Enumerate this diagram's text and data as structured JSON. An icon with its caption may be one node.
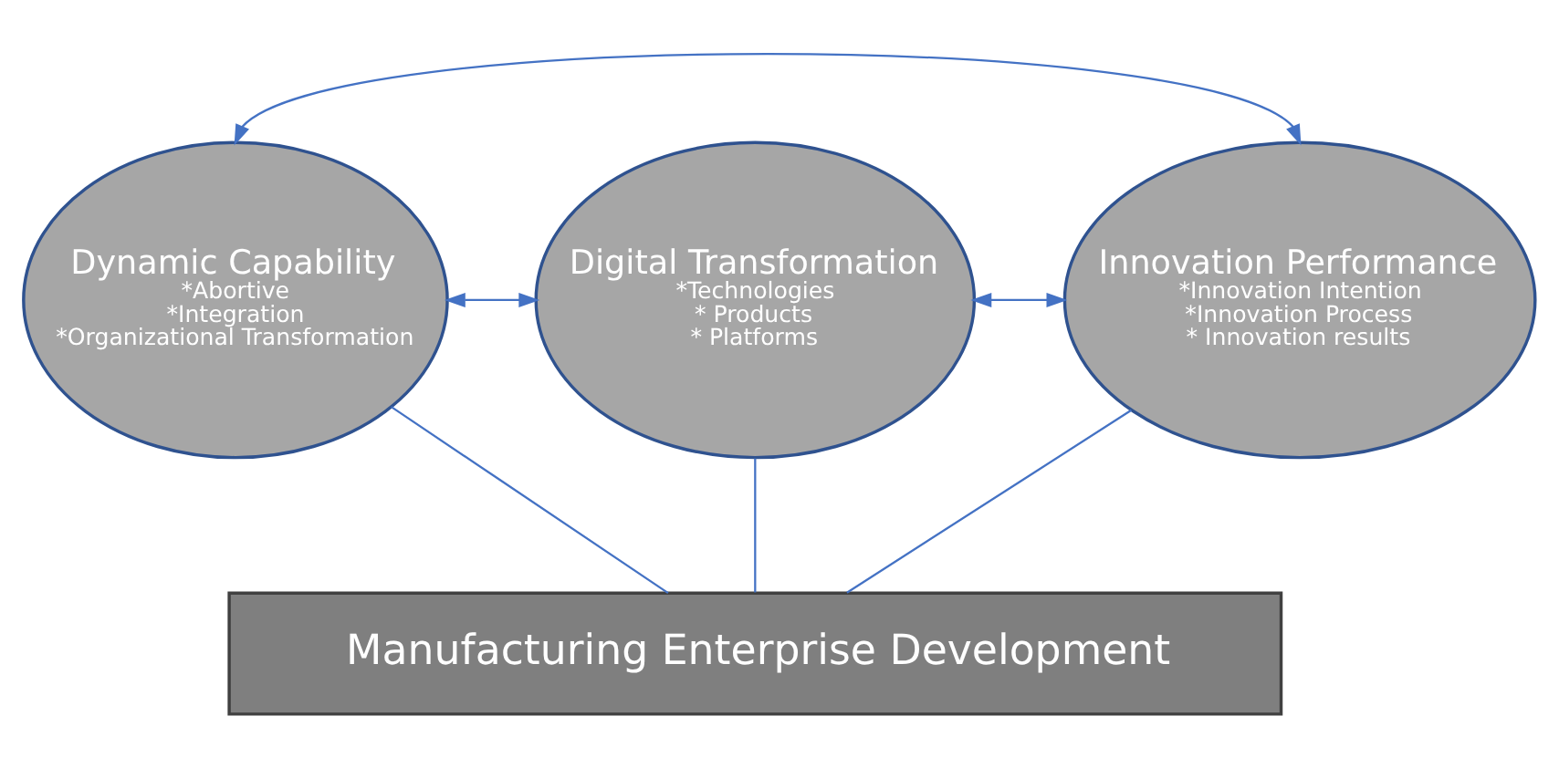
{
  "diagram": {
    "nodes": [
      {
        "text": [
          "Dynamic Capability",
          "*Abortive",
          "*Integration",
          "*Organizational Transformation"
        ]
      },
      {
        "text": [
          "Digital Transformation",
          "*Technologies",
          "* Products",
          "* Platforms"
        ]
      },
      {
        "text": [
          "Innovation Performance",
          "*Innovation Intention",
          "*Innovation Process",
          "* Innovation results"
        ]
      },
      {
        "text": [
          "Manufacturing Enterprise Development"
        ]
      }
    ],
    "edges": [
      {
        "from": 0,
        "to": 2,
        "arrow": "both"
      },
      {
        "from": 0,
        "to": 1,
        "arrow": "both"
      },
      {
        "from": 1,
        "to": 2,
        "arrow": "both"
      },
      {
        "from": 0,
        "to": 3,
        "arrow": "none"
      },
      {
        "from": 1,
        "to": 3,
        "arrow": "none"
      },
      {
        "from": 2,
        "to": 3,
        "arrow": "none"
      }
    ]
  }
}
